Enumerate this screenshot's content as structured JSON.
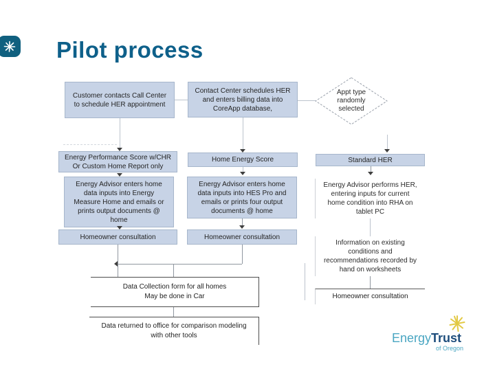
{
  "slide": {
    "title": "Pilot process",
    "colors": {
      "title_text": "#0e608a",
      "node_fill": "#c7d3e6",
      "node_border": "#a6b6cb",
      "header_icon_bg": "#10607f",
      "logo_teal": "#4aa6c2",
      "logo_navy": "#1d4d7c",
      "logo_star_yellow": "#e2c945"
    }
  },
  "flowchart": {
    "nodes": {
      "customer_contacts": "Customer contacts Call Center\nto schedule HER appointment",
      "contact_center": "Contact Center schedules HER\nand enters billing data into\nCoreApp database,",
      "appt_type": "Appt type\nrandomly\nselected",
      "eps_score": "Energy Performance Score w/CHR\nOr Custom Home Report only",
      "home_energy_score": "Home Energy Score",
      "standard_her": "Standard HER",
      "advisor_energy_measure": "Energy Advisor enters home\ndata inputs into Energy\nMeasure Home and emails or\nprints output documents @\nhome",
      "advisor_hes_pro": "Energy Advisor enters home\ndata inputs into HES Pro and\nemails or prints four output\ndocuments @ home",
      "advisor_rha": "Energy Advisor performs HER,\nentering inputs for current\nhome condition into RHA on\ntablet PC",
      "consultation_col1": "Homeowner consultation",
      "consultation_col2": "Homeowner consultation",
      "info_existing": "Information on existing\nconditions and\nrecommendations recorded by\nhand on worksheets",
      "consultation_col3": "Homeowner consultation",
      "data_collection": "Data Collection form for all homes\nMay be done in Car",
      "data_returned": "Data returned to office for comparison modeling\nwith other tools"
    }
  },
  "logo": {
    "energy": "Energy",
    "trust": "Trust",
    "tagline": "of Oregon"
  }
}
